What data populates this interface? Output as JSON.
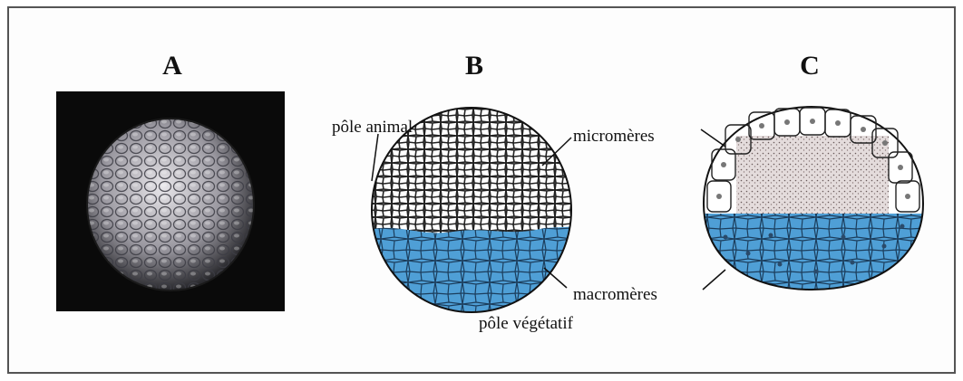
{
  "panels": [
    {
      "letter": "A"
    },
    {
      "letter": "B"
    },
    {
      "letter": "C"
    }
  ],
  "labels": {
    "pole_animal": "pôle animal",
    "micromeres": "micromères",
    "macromeres": "macromères",
    "pole_vegetatif": "pôle végétatif"
  },
  "colors": {
    "macromere_fill": "#4f9fd6",
    "micromere_fill": "#ffffff",
    "cavity_fill": "#d8cfcf",
    "photo_bg": "#0a0a0a"
  }
}
